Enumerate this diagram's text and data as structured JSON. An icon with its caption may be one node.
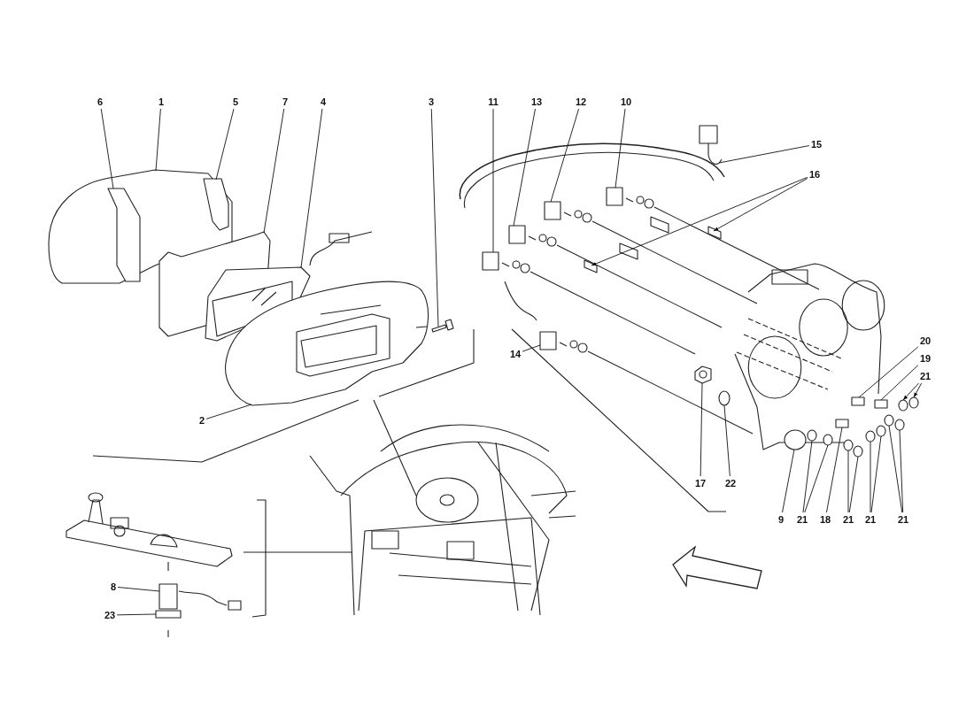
{
  "diagram": {
    "nodes": [
      {
        "text": [
          "6"
        ]
      },
      {
        "text": [
          "1"
        ]
      },
      {
        "text": [
          "5"
        ]
      },
      {
        "text": [
          "7"
        ]
      },
      {
        "text": [
          "4"
        ]
      },
      {
        "text": [
          "3"
        ]
      },
      {
        "text": [
          "11"
        ]
      },
      {
        "text": [
          "13"
        ]
      },
      {
        "text": [
          "12"
        ]
      },
      {
        "text": [
          "10"
        ]
      },
      {
        "text": [
          "15"
        ]
      },
      {
        "text": [
          "16"
        ]
      },
      {
        "text": [
          "2"
        ]
      },
      {
        "text": [
          "14"
        ]
      },
      {
        "text": [
          "20"
        ]
      },
      {
        "text": [
          "19"
        ]
      },
      {
        "text": [
          "21"
        ]
      },
      {
        "text": [
          "17"
        ]
      },
      {
        "text": [
          "22"
        ]
      },
      {
        "text": [
          "9"
        ]
      },
      {
        "text": [
          "21"
        ]
      },
      {
        "text": [
          "18"
        ]
      },
      {
        "text": [
          "21"
        ]
      },
      {
        "text": [
          "21"
        ]
      },
      {
        "text": [
          "21"
        ]
      },
      {
        "text": [
          "8"
        ]
      },
      {
        "text": [
          "23"
        ]
      },
      {
        "text": [],
        "shape": "picture"
      },
      {
        "text": [],
        "shape": "picture",
        "in": 27
      },
      {
        "text": [],
        "shape": "picture",
        "in": 27
      },
      {
        "text": [],
        "shape": "picture"
      },
      {
        "text": [],
        "shape": "picture"
      },
      {
        "text": [],
        "shape": "picture"
      },
      {
        "text": [],
        "shape": "box"
      },
      {
        "text": [],
        "shape": "box"
      },
      {
        "text": [],
        "shape": "box"
      },
      {
        "text": [],
        "shape": "box"
      },
      {
        "text": [],
        "shape": "picture"
      },
      {
        "text": [],
        "shape": "box"
      },
      {
        "text": [],
        "shape": "box"
      },
      {
        "text": [],
        "shape": "picture"
      },
      {
        "text": [],
        "shape": "box"
      },
      {
        "text": [],
        "shape": "box"
      },
      {
        "text": [],
        "shape": "box"
      },
      {
        "text": [],
        "shape": "circle"
      },
      {
        "text": [],
        "shape": "circle"
      },
      {
        "text": [],
        "shape": "picture"
      },
      {
        "text": [],
        "shape": "circle"
      },
      {
        "text": [],
        "shape": "circle"
      },
      {
        "text": [],
        "shape": "circle"
      },
      {
        "text": [],
        "shape": "circle"
      },
      {
        "text": [],
        "shape": "box"
      },
      {
        "text": [],
        "shape": "circle"
      },
      {
        "text": [],
        "shape": "circle"
      },
      {
        "text": [],
        "shape": "circle"
      },
      {
        "text": [],
        "shape": "circle"
      },
      {
        "text": [],
        "shape": "circle"
      },
      {
        "text": [],
        "shape": "circle"
      },
      {
        "text": [],
        "shape": "box"
      },
      {
        "text": [],
        "shape": "box"
      }
    ],
    "edges": [
      {
        "from": 0,
        "to": 28,
        "arrow": "none"
      },
      {
        "from": 1,
        "to": 27,
        "arrow": "none"
      },
      {
        "from": 2,
        "to": 29,
        "arrow": "none"
      },
      {
        "from": 3,
        "to": 30,
        "arrow": "none"
      },
      {
        "from": 4,
        "to": 31,
        "arrow": "none"
      },
      {
        "from": 5,
        "to": 32,
        "arrow": "none"
      },
      {
        "from": 6,
        "to": 33,
        "arrow": "none"
      },
      {
        "from": 7,
        "to": 34,
        "arrow": "none"
      },
      {
        "from": 8,
        "to": 35,
        "arrow": "none"
      },
      {
        "from": 9,
        "to": 36,
        "arrow": "none"
      },
      {
        "from": 10,
        "to": 37,
        "arrow": "none"
      },
      {
        "from": 11,
        "to": 38,
        "arrow": "to"
      },
      {
        "from": 11,
        "to": 39,
        "arrow": "to"
      },
      {
        "from": 12,
        "to": 40,
        "arrow": "none"
      },
      {
        "from": 13,
        "to": 41,
        "arrow": "none"
      },
      {
        "from": 14,
        "to": 42,
        "arrow": "none"
      },
      {
        "from": 15,
        "to": 43,
        "arrow": "none"
      },
      {
        "from": 16,
        "to": 44,
        "arrow": "to"
      },
      {
        "from": 16,
        "to": 45,
        "arrow": "to"
      },
      {
        "from": 17,
        "to": 46,
        "arrow": "none"
      },
      {
        "from": 18,
        "to": 47,
        "arrow": "none"
      },
      {
        "from": 19,
        "to": 48,
        "arrow": "none"
      },
      {
        "from": 20,
        "to": 49,
        "arrow": "none"
      },
      {
        "from": 20,
        "to": 50,
        "arrow": "none"
      },
      {
        "from": 21,
        "to": 51,
        "arrow": "none"
      },
      {
        "from": 22,
        "to": 52,
        "arrow": "none"
      },
      {
        "from": 22,
        "to": 53,
        "arrow": "none"
      },
      {
        "from": 23,
        "to": 54,
        "arrow": "none"
      },
      {
        "from": 23,
        "to": 55,
        "arrow": "none"
      },
      {
        "from": 24,
        "to": 56,
        "arrow": "none"
      },
      {
        "from": 24,
        "to": 57,
        "arrow": "none"
      },
      {
        "from": 25,
        "to": 58,
        "arrow": "none"
      },
      {
        "from": 26,
        "to": 59,
        "arrow": "none"
      }
    ]
  }
}
